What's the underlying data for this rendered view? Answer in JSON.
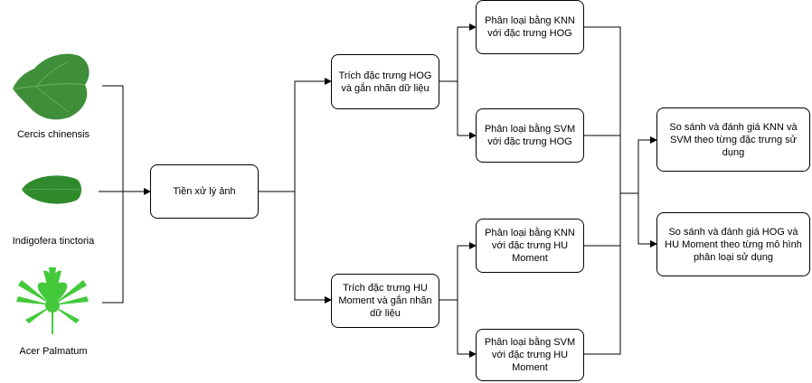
{
  "leaves": [
    {
      "name": "Cercis chinensis",
      "color": "#3f8f3a"
    },
    {
      "name": "Indigofera tinctoria",
      "color": "#2f8a2c"
    },
    {
      "name": "Acer Palmatum",
      "color": "#43c93a"
    }
  ],
  "nodes": {
    "preprocess": "Tiền xử lý ảnh",
    "hog_extract": "Trích đặc trưng HOG và gắn nhãn dữ liệu",
    "hu_extract": "Trích đặc trưng HU Moment và gắn nhãn dữ liệu",
    "knn_hog": "Phân loại bằng KNN với đặc trưng HOG",
    "svm_hog": "Phân loại bằng SVM với đặc trưng HOG",
    "knn_hu": "Phân loại bằng KNN với đặc trưng HU Moment",
    "svm_hu": "Phân loại bằng SVM với đặc trưng HU Moment",
    "compare_feature": "So sánh và đánh giá KNN và SVM theo từng đặc trưng sử dụng",
    "compare_model": "So sánh và đánh giá HOG và HU Moment theo từng mô hình phân loại sử dụng"
  }
}
